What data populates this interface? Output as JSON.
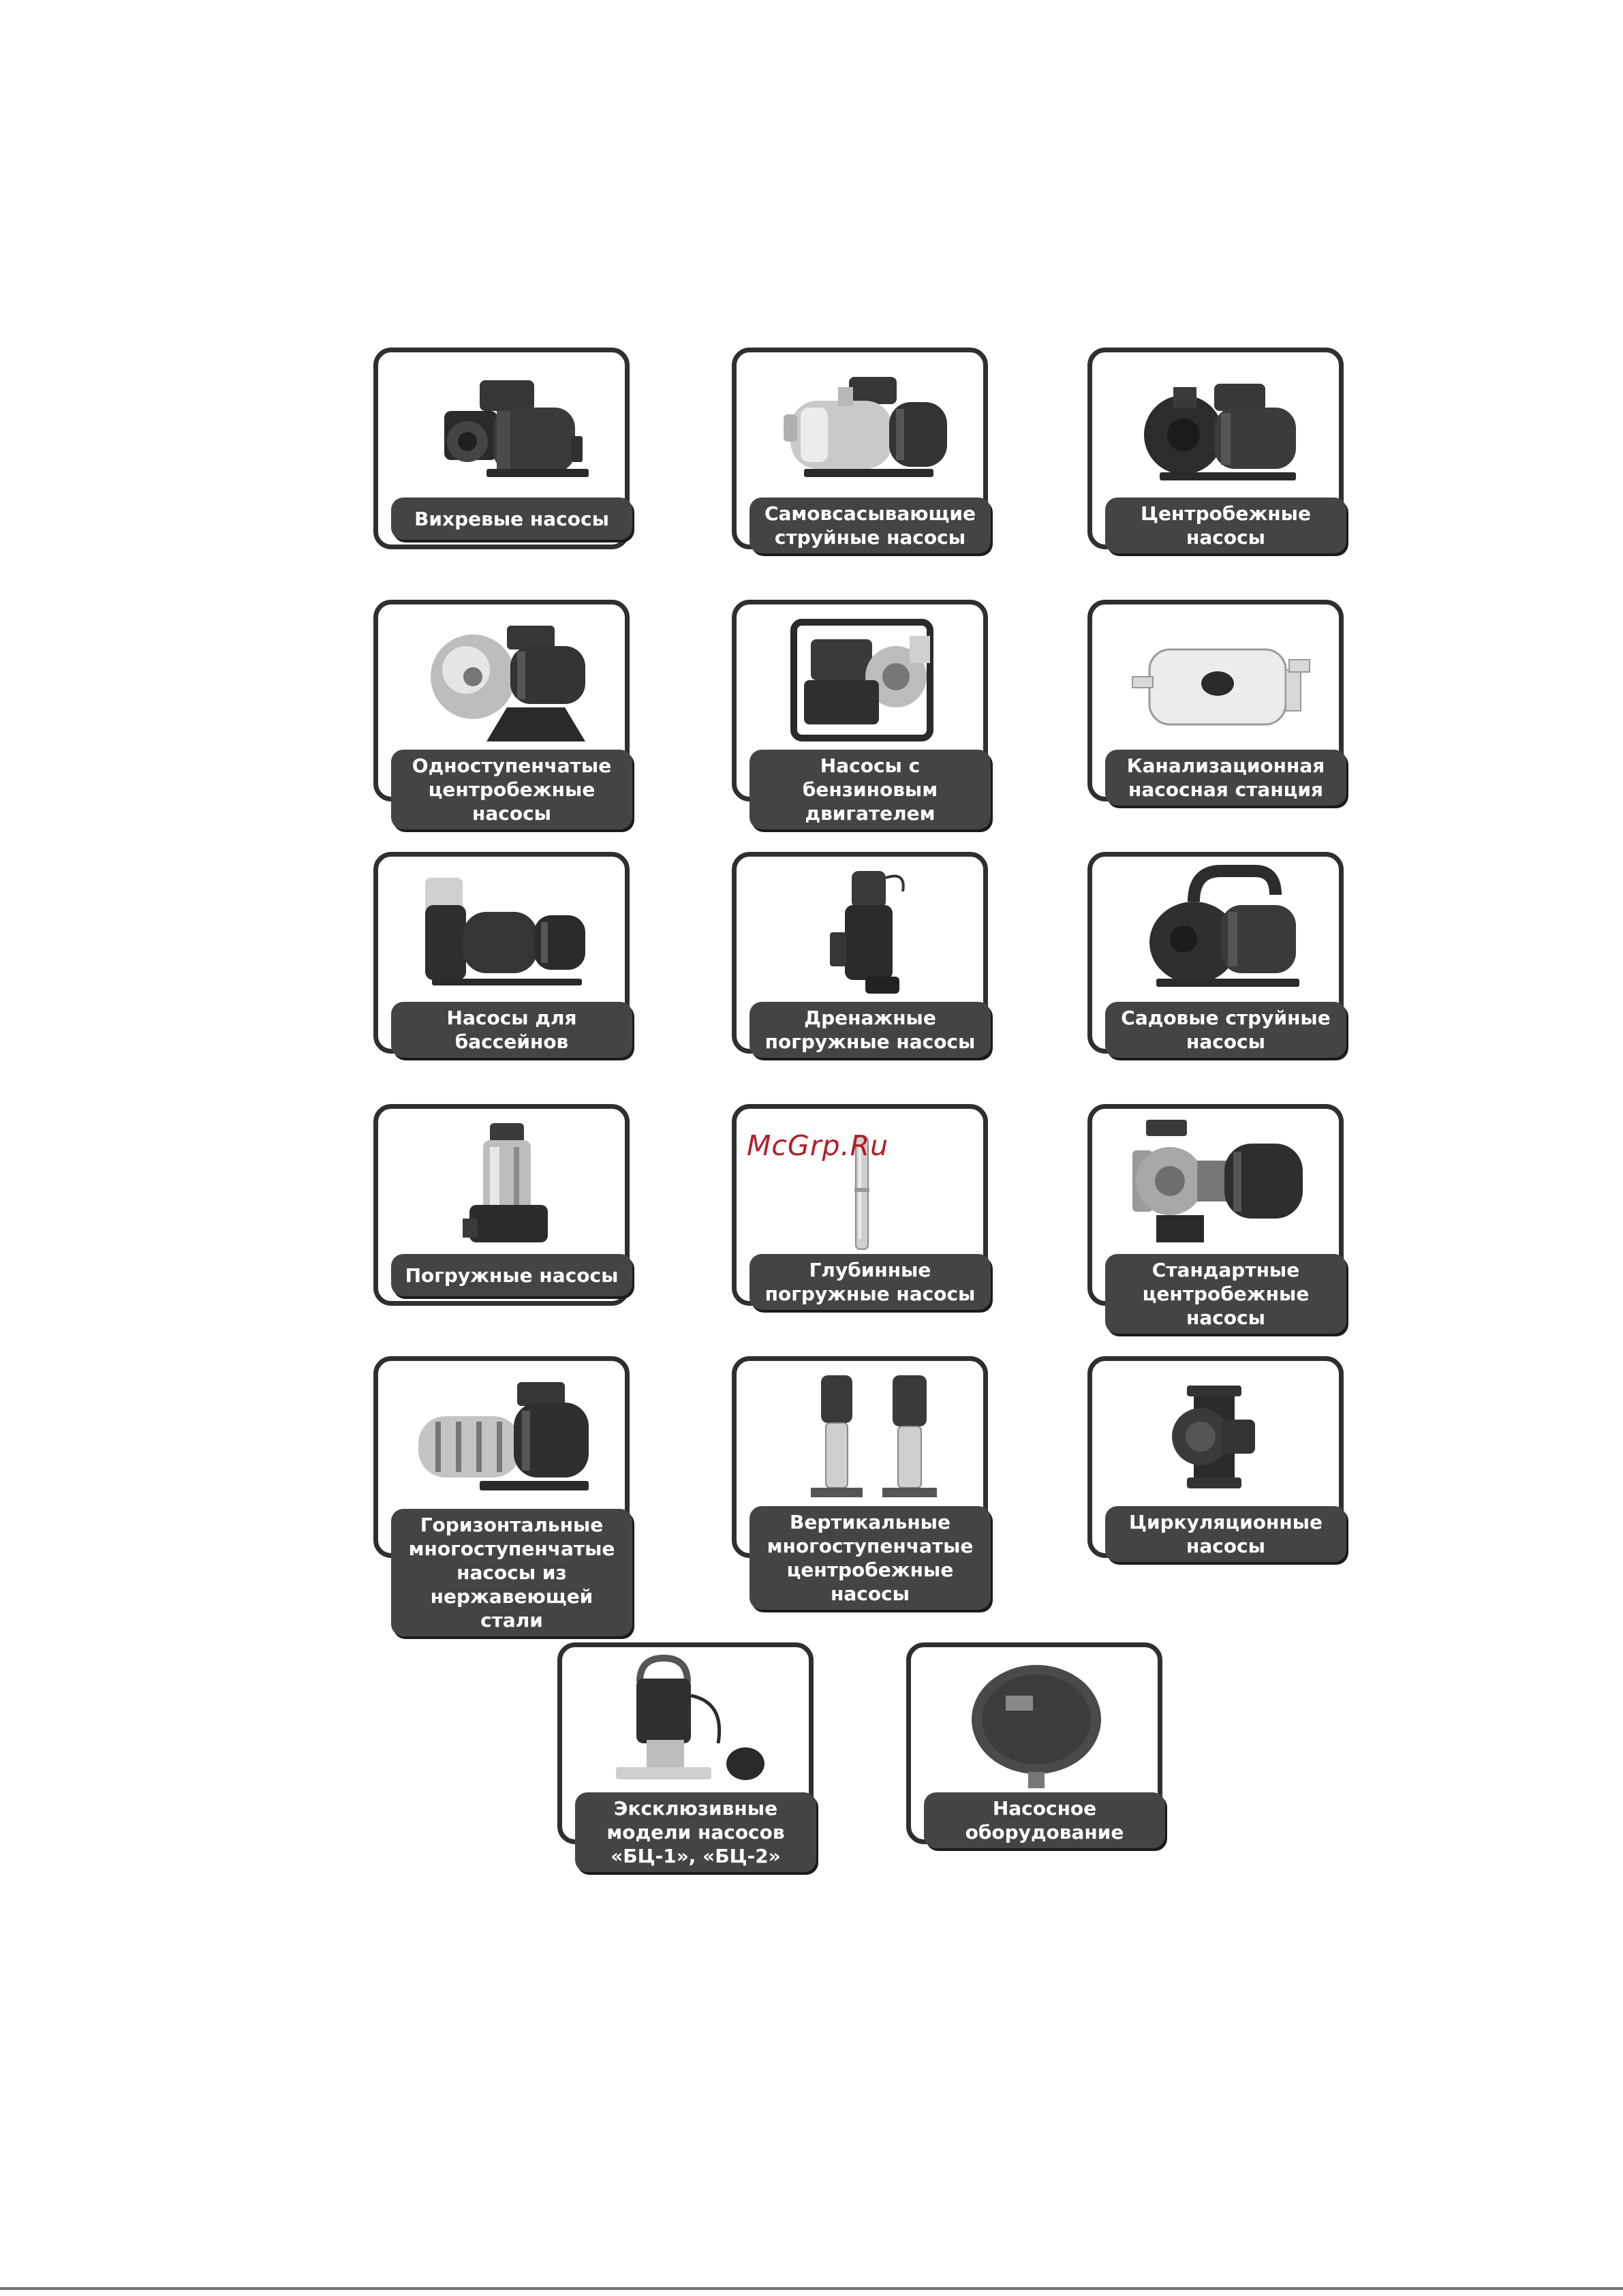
{
  "categories": [
    {
      "label": "Вихревые насосы",
      "icon": "vortex-pump-icon"
    },
    {
      "label": "Самовсасывающие\nструйные насосы",
      "icon": "self-priming-jet-pump-icon"
    },
    {
      "label": "Центробежные насосы",
      "icon": "centrifugal-pump-icon"
    },
    {
      "label": "Одноступенчатые\nцентробежные насосы",
      "icon": "single-stage-centrifugal-pump-icon"
    },
    {
      "label": "Насосы с бензиновым\nдвигателем",
      "icon": "gasoline-engine-pump-icon"
    },
    {
      "label": "Канализационная\nнасосная станция",
      "icon": "sewage-pump-station-icon"
    },
    {
      "label": "Насосы для бассейнов",
      "icon": "pool-pump-icon"
    },
    {
      "label": "Дренажные\nпогружные насосы",
      "icon": "drainage-submersible-pump-icon"
    },
    {
      "label": "Садовые струйные\nнасосы",
      "icon": "garden-jet-pump-icon"
    },
    {
      "label": "Погружные насосы",
      "icon": "submersible-pump-icon"
    },
    {
      "label": "Глубинные\nпогружные насосы",
      "icon": "deep-well-submersible-pump-icon"
    },
    {
      "label": "Стандартные\nцентробежные насосы",
      "icon": "standard-centrifugal-pump-icon"
    },
    {
      "label": "Горизонтальные\nмногоступенчатые\nнасосы из\nнержавеющей стали",
      "icon": "horizontal-multistage-pump-icon"
    },
    {
      "label": "Вертикальные\nмногоступенчатые\nцентробежные насосы",
      "icon": "vertical-multistage-pump-icon"
    },
    {
      "label": "Циркуляционные\nнасосы",
      "icon": "circulation-pump-icon"
    },
    {
      "label": "Эксклюзивные\nмодели насосов\n«БЦ-1», «БЦ-2»",
      "icon": "exclusive-bc-pump-icon"
    },
    {
      "label": "Насосное\nоборудование",
      "icon": "pump-equipment-tank-icon"
    }
  ],
  "watermark": "McGrp.Ru",
  "colors": {
    "frame": "#2f2f2f",
    "label_background": "#444444",
    "label_text": "#ffffff",
    "watermark": "#b11e2a"
  }
}
